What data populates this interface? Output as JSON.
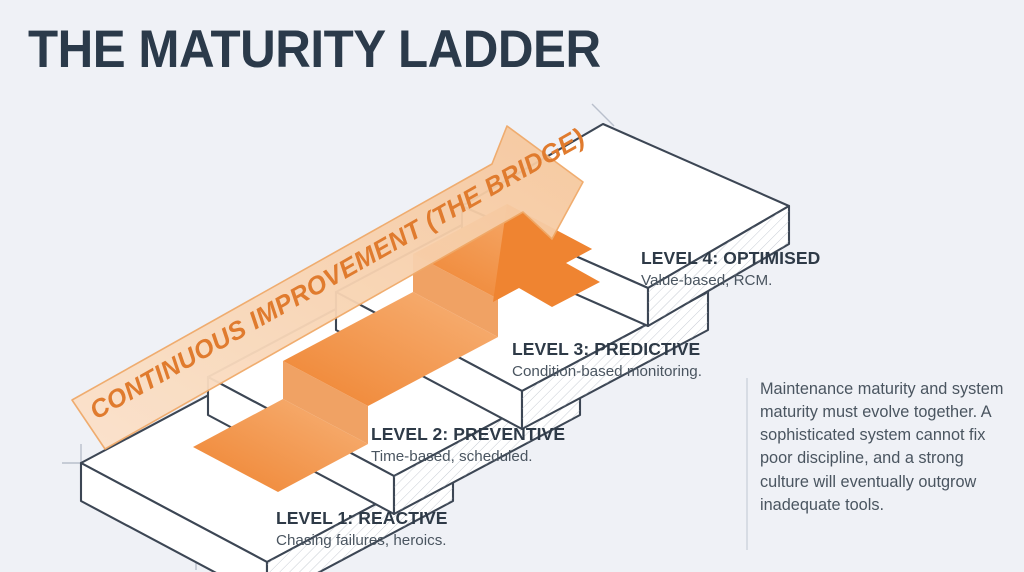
{
  "page": {
    "title": "THE MATURITY LADDER",
    "background_color": "#eff1f6"
  },
  "colors": {
    "title_navy": "#2b3a4a",
    "heading_slate": "#2e3a47",
    "body_gray": "#4a5560",
    "accent_orange": "#ee8033",
    "accent_orange_dark": "#e07b2e",
    "accent_orange_light": "#f4a969",
    "banner_fill": "#f9d9bd",
    "block_outline": "#3c4654",
    "construction_line": "#b9c0cc",
    "rule_gray": "#d7dce4"
  },
  "banner": {
    "label": "CONTINUOUS IMPROVEMENT (THE BRIDGE)"
  },
  "levels": [
    {
      "heading": "LEVEL 1: REACTIVE",
      "subtext": "Chasing failures, heroics."
    },
    {
      "heading": "LEVEL 2: PREVENTIVE",
      "subtext": "Time-based, scheduled."
    },
    {
      "heading": "LEVEL 3: PREDICTIVE",
      "subtext": "Condition-based monitoring."
    },
    {
      "heading": "LEVEL 4: OPTIMISED",
      "subtext": "Value-based, RCM."
    }
  ],
  "note": {
    "text": "Maintenance maturity and system maturity must evolve together. A sophisticated system cannot fix poor discipline, and a strong culture will eventually outgrow inadequate tools."
  }
}
